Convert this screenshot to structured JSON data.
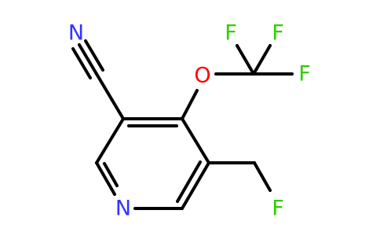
{
  "molecule": {
    "atoms": {
      "nitrile_n": "N",
      "oxygen": "O",
      "f_top_left": "F",
      "f_top_right": "F",
      "f_right": "F",
      "ring_n": "N",
      "f_fluoromethyl": "F"
    },
    "colors": {
      "nitrogen": "#3333ff",
      "oxygen": "#ff0000",
      "fluorine": "#33cc00",
      "bond": "#000000"
    }
  }
}
